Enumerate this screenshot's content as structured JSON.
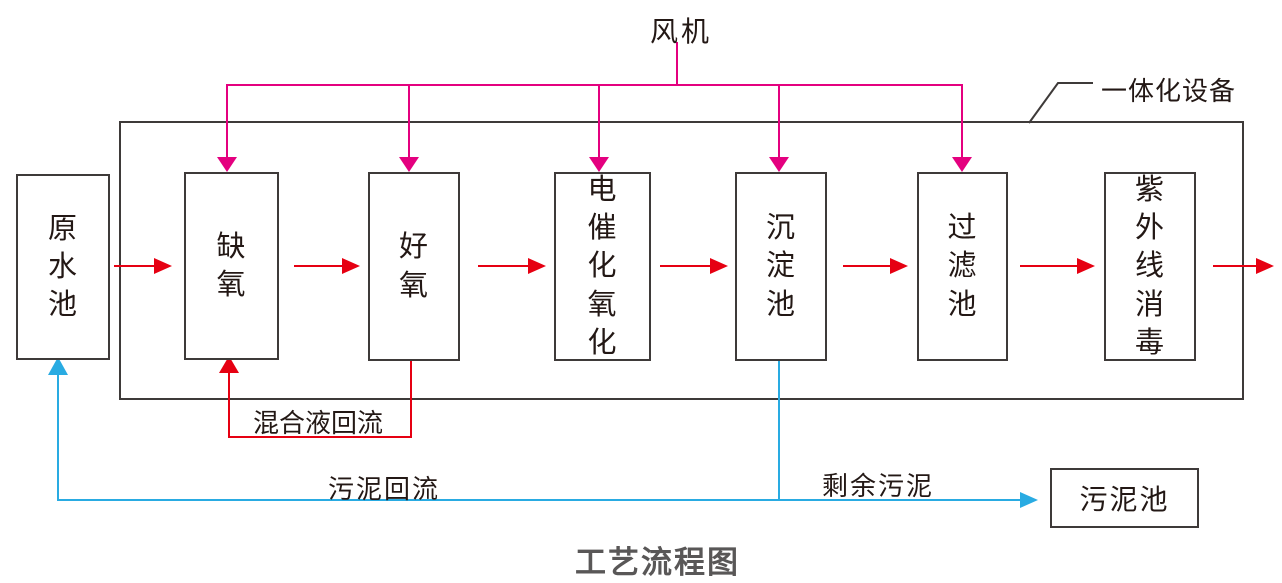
{
  "labels": {
    "fan": "风机",
    "integrated_equipment": "一体化设备",
    "mixed_liquor_return": "混合液回流",
    "sludge_return": "污泥回流",
    "excess_sludge": "剩余污泥",
    "sludge_tank": "污泥池",
    "title": "工艺流程图"
  },
  "stages": [
    {
      "label": "原水池"
    },
    {
      "label": "缺氧"
    },
    {
      "label": "好氧"
    },
    {
      "label": "电催化氧化"
    },
    {
      "label": "沉淀池"
    },
    {
      "label": "过滤池"
    },
    {
      "label": "紫外线消毒"
    }
  ],
  "colors": {
    "magenta": "#e4007f",
    "red": "#e60012",
    "blue": "#29abe2",
    "stroke": "#3e3a39",
    "text": "#231815",
    "title": "#595757"
  }
}
